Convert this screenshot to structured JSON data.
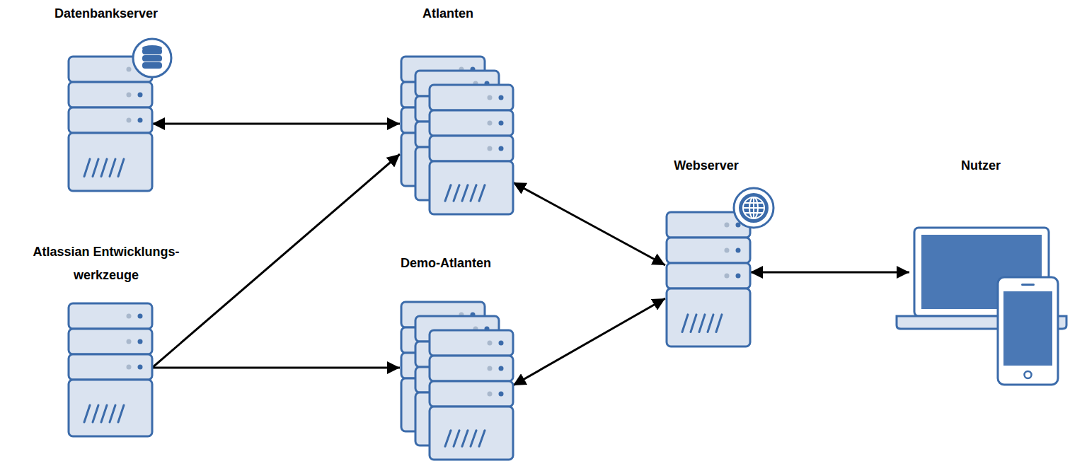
{
  "diagram": {
    "nodes": [
      {
        "text": [
          "Datenbankserver"
        ]
      },
      {
        "text": [
          "Atlanten"
        ]
      },
      {
        "text": [
          "Webserver"
        ]
      },
      {
        "text": [
          "Nutzer"
        ]
      },
      {
        "text": [
          "Atlassian Entwicklungs- werkzeuge"
        ]
      },
      {
        "text": [
          "Demo-Atlanten"
        ]
      }
    ],
    "edges": [
      {
        "from": 0,
        "to": 1,
        "arrow": "both"
      },
      {
        "from": 4,
        "to": 1,
        "arrow": "to"
      },
      {
        "from": 4,
        "to": 5,
        "arrow": "to"
      },
      {
        "from": 1,
        "to": 2,
        "arrow": "both"
      },
      {
        "from": 5,
        "to": 2,
        "arrow": "both"
      },
      {
        "from": 2,
        "to": 3,
        "arrow": "both"
      }
    ]
  }
}
